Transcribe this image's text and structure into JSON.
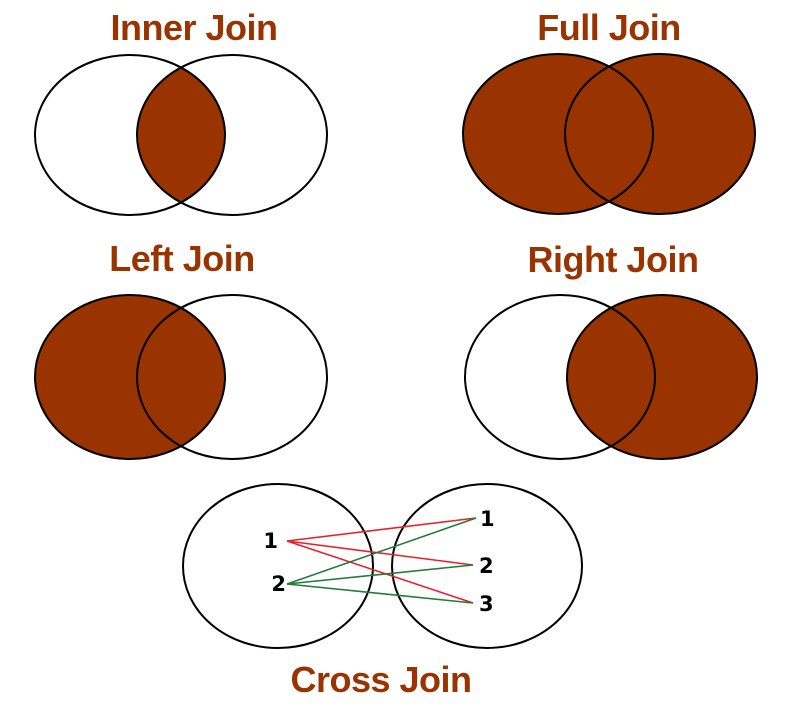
{
  "colors": {
    "fill": "#993300",
    "title": "#993300",
    "outline": "#000000",
    "red_line": "#e8202a",
    "green_line": "#237a3a"
  },
  "diagrams": {
    "inner": {
      "title": "Inner Join"
    },
    "full": {
      "title": "Full Join"
    },
    "left": {
      "title": "Left Join"
    },
    "right": {
      "title": "Right Join"
    },
    "cross": {
      "title": "Cross Join",
      "left_rows": [
        "1",
        "2"
      ],
      "right_rows": [
        "1",
        "2",
        "3"
      ]
    }
  }
}
